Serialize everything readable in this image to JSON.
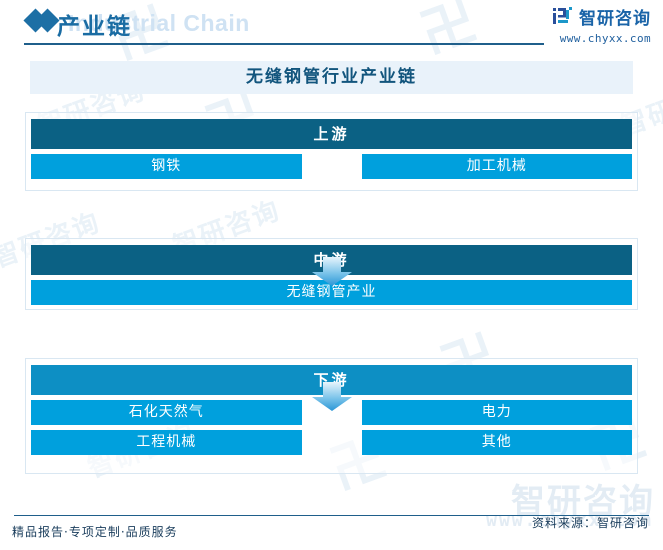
{
  "header": {
    "title": "产业链",
    "ghost_title": "Industrial Chain",
    "diamond_icon": "diamond-icon",
    "brand": {
      "logo_icon": "chyxx-logo-icon",
      "name": "智研咨询",
      "url": "www.chyxx.com"
    }
  },
  "chart": {
    "title": "无缝钢管行业产业链",
    "tiers": [
      {
        "name": "上游",
        "head_color": "#0b6184",
        "rows": [
          [
            "钢铁",
            "加工机械"
          ]
        ]
      },
      {
        "name": "中游",
        "head_color": "#0b6184",
        "rows": [
          [
            "无缝钢管产业"
          ]
        ]
      },
      {
        "name": "下游",
        "head_color": "#0d8fc4",
        "rows": [
          [
            "石化天然气",
            "电力"
          ],
          [
            "工程机械",
            "其他"
          ]
        ]
      }
    ],
    "arrow_icon": "down-arrow-icon",
    "item_color": "#00a0dd",
    "title_bg_color": "#e9f2fa"
  },
  "footer": {
    "left_text": "精品报告·专项定制·品质服务",
    "source_text": "资料来源：智研咨询",
    "watermark_name": "智研咨询",
    "watermark_url": "www.chyxx.com"
  },
  "watermarks": {
    "logo_glyph": "卍",
    "text": "智研咨询"
  }
}
